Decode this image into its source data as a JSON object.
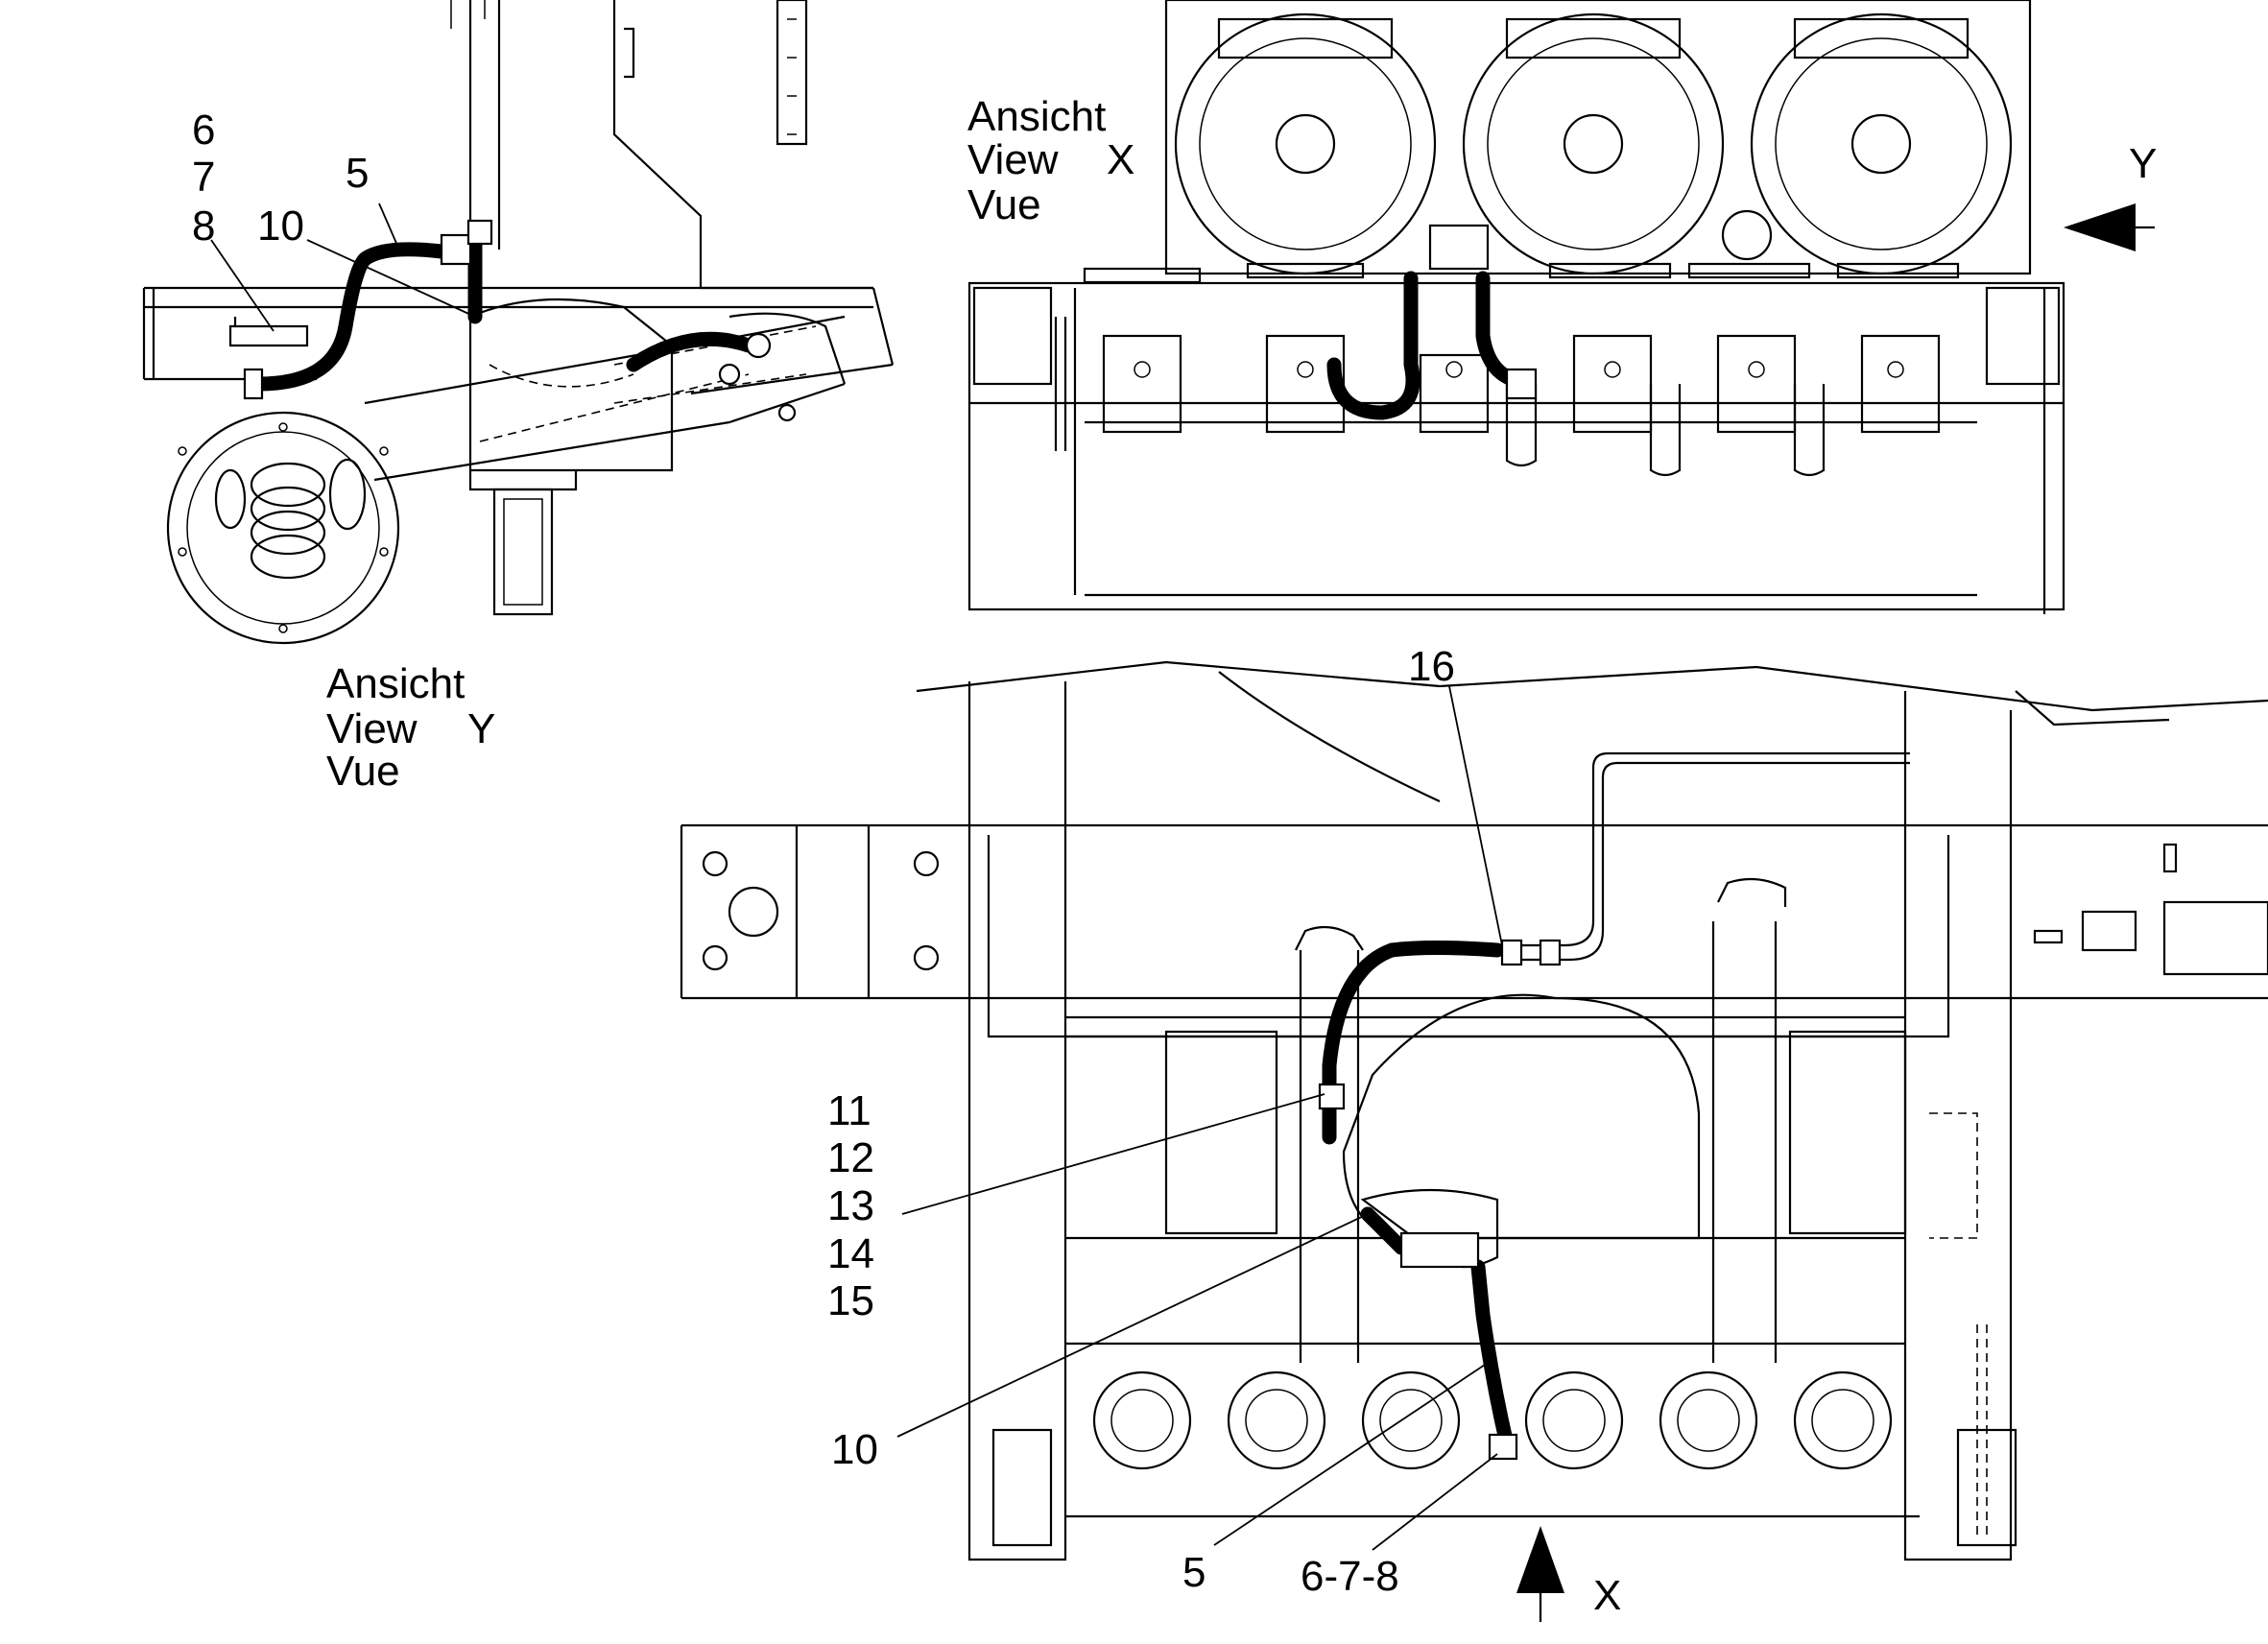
{
  "views": {
    "x": {
      "line1": "Ansicht",
      "line2": "View",
      "line3": "Vue",
      "letter": "X"
    },
    "y": {
      "line1": "Ansicht",
      "line2": "View",
      "line3": "Vue",
      "letter": "Y"
    }
  },
  "arrows": {
    "y_letter": "Y",
    "x_letter": "X"
  },
  "side_view_labels": {
    "l6": "6",
    "l7": "7",
    "l8": "8",
    "l5": "5",
    "l10": "10"
  },
  "plan_view_labels": {
    "l16": "16",
    "l11": "11",
    "l12": "12",
    "l13": "13",
    "l14": "14",
    "l15": "15",
    "l10": "10",
    "l5": "5",
    "l678": "6-7-8"
  }
}
